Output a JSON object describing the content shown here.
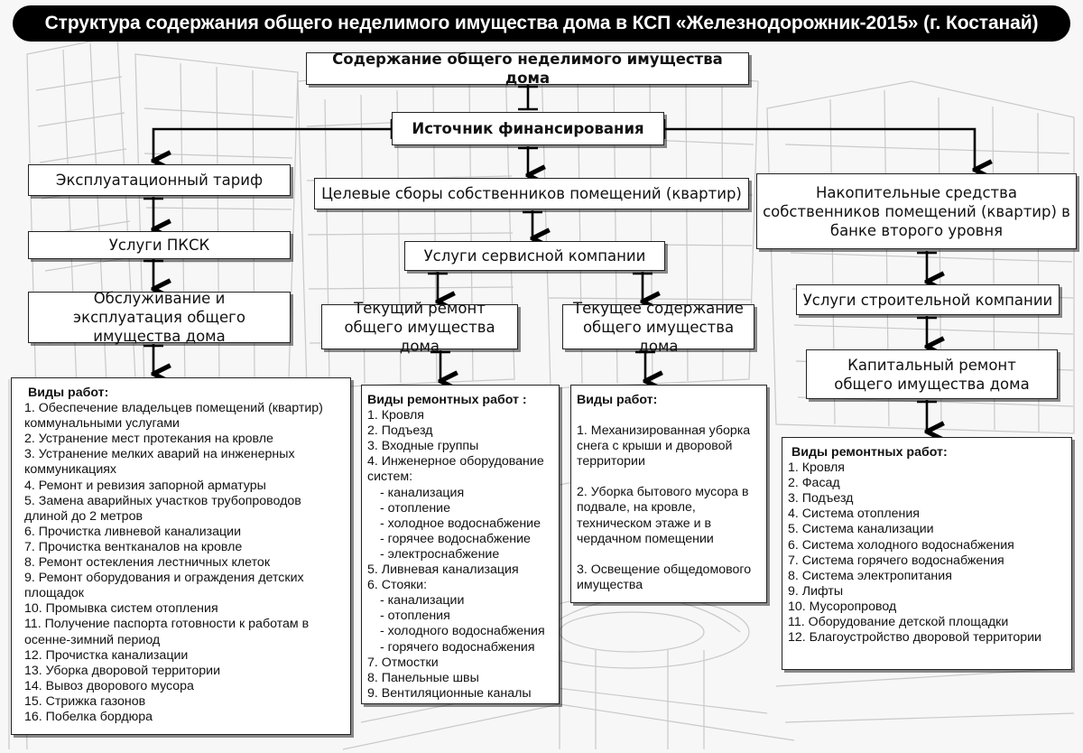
{
  "title": "Структура содержания общего неделимого имущества дома в КСП «Железнодорожник-2015» (г. Костанай)",
  "nodes": {
    "root": "Содержание общего неделимого имущества дома",
    "funding": "Источник финансирования",
    "tariff": "Эксплуатационный тариф",
    "pksk": "Услуги ПКСК",
    "maintenance": "Обслуживание и эксплуатация общего имущества дома",
    "targeted": "Целевые сборы собственников помещений (квартир)",
    "service_company": "Услуги сервисной компании",
    "current_repair": "Текущий ремонт общего имущества дома",
    "current_upkeep": "Текущее содержание общего имущества дома",
    "savings": "Накопительные средства собственников помещений (квартир) в банке второго уровня",
    "construction_company": "Услуги строительной компании",
    "capital_repair": "Капитальный ремонт общего имущества дома"
  },
  "lists": {
    "maintenance_works": {
      "title": "Виды работ:",
      "items": [
        "1. Обеспечение владельцев помещений (квартир) коммунальными услугами",
        "2. Устранение мест протекания на кровле",
        "3. Устранение мелких аварий на инженерных коммуникациях",
        "4. Ремонт и ревизия запорной арматуры",
        "5. Замена аварийных участков трубопроводов длиной до 2 метров",
        "6. Прочистка ливневой канализации",
        "7. Прочистка вентканалов на кровле",
        "8. Ремонт остекления лестничных клеток",
        "9. Ремонт оборудования и ограждения детских площадок",
        "10. Промывка систем отопления",
        "11. Получение паспорта готовности к работам в осенне-зимний период",
        "12. Прочистка канализации",
        "13. Уборка дворовой территории",
        "14. Вывоз дворового мусора",
        "15. Стрижка газонов",
        "16. Побелка бордюра"
      ]
    },
    "current_repair_works": {
      "title": "Виды ремонтных работ :",
      "items": [
        "1. Кровля",
        "2. Подъезд",
        "3. Входные группы",
        "4. Инженерное оборудование систем:",
        "- канализация",
        "- отопление",
        "- холодное водоснабжение",
        "- горячее водоснабжение",
        "- электроснабжение",
        "5. Ливневая канализация",
        "6. Стояки:",
        "- канализации",
        "- отопления",
        "- холодного водоснабжения",
        "- горячего водоснабжения",
        "7. Отмостки",
        "8. Панельные швы",
        "9. Вентиляционные каналы"
      ]
    },
    "upkeep_works": {
      "title": "Виды работ:",
      "items": [
        "1. Механизированная уборка снега с крыши и дворовой территории",
        "2. Уборка бытового мусора в подвале, на кровле, техническом этаже и в чердачном помещении",
        "3. Освещение общедомового имущества"
      ]
    },
    "capital_repair_works": {
      "title": "Виды ремонтных работ:",
      "items": [
        "1. Кровля",
        "2. Фасад",
        "3. Подъезд",
        "4. Система отопления",
        "5. Система канализации",
        "6. Система холодного водоснабжения",
        "7. Система горячего водоснабжения",
        "8. Система электропитания",
        "9. Лифты",
        "10. Мусоропровод",
        "11. Оборудование детской площадки",
        "12. Благоустройство дворовой территории"
      ]
    }
  }
}
